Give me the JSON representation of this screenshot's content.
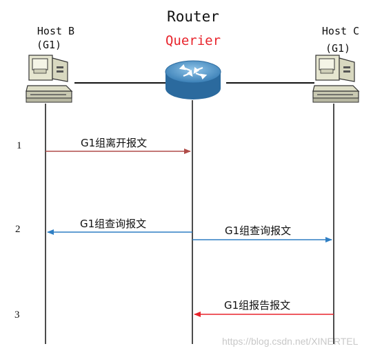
{
  "router": {
    "name": "Router",
    "role": "Querier",
    "role_color": "#e8242c"
  },
  "hosts": [
    {
      "name": "Host B",
      "group": "(G1)"
    },
    {
      "name": "Host C",
      "group": "(G1)"
    }
  ],
  "steps": [
    "1",
    "2",
    "3"
  ],
  "messages": [
    {
      "label": "G1组离开报文",
      "color": "#b04c48"
    },
    {
      "label": "G1组查询报文",
      "color": "#2f7fc4"
    },
    {
      "label": "G1组查询报文",
      "color": "#2f7fc4"
    },
    {
      "label": "G1组报告报文",
      "color": "#e8242c"
    }
  ],
  "watermark": "https://blog.csdn.net/XINERTEL"
}
